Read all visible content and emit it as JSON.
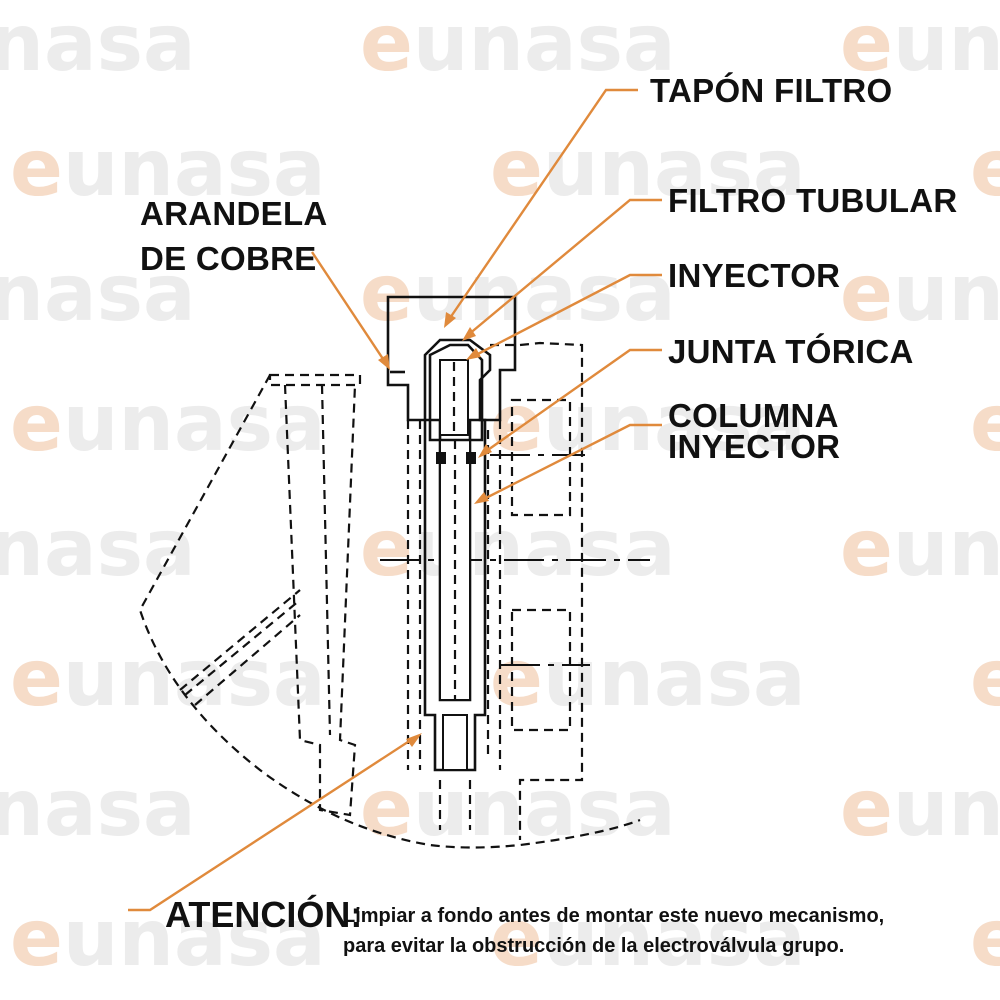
{
  "watermark": {
    "text": "eunasa",
    "accent_color": "#f6dcc8",
    "base_color": "#ececec"
  },
  "labels": {
    "tapon_filtro": "TAPÓN FILTRO",
    "filtro_tubular": "FILTRO TUBULAR",
    "arandela_line1": "ARANDELA",
    "arandela_line2": "DE COBRE",
    "inyector": "INYECTOR",
    "junta_torica": "JUNTA TÓRICA",
    "columna_line1": "COLUMNA",
    "columna_line2": "INYECTOR"
  },
  "note": {
    "title": "ATENCIÓN:",
    "line1": "Limpiar a fondo antes de montar este nuevo mecanismo,",
    "line2": "para evitar la obstrucción de la electroválvula grupo."
  },
  "colors": {
    "leader": "#e08a3c",
    "ink": "#111111"
  }
}
